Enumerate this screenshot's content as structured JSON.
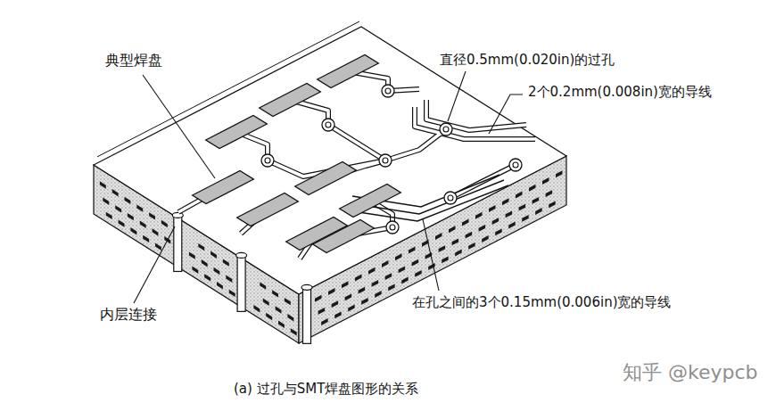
{
  "diagram": {
    "caption": "(a) 过孔与SMT焊盘图形的关系",
    "labels": [
      "典型焊盘",
      "直径0.5mm(0.020in)的过孔",
      "2个0.2mm(0.008in)宽的导线",
      "内层连接",
      "在孔之间的3个0.15mm(0.006in)宽的导线",
      "知乎 @keypcb"
    ]
  }
}
